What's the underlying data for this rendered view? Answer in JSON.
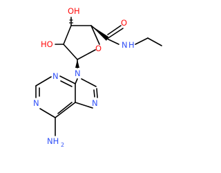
{
  "molecule": {
    "colors": {
      "bond": "#000000",
      "oxygen": "#ff0d0d",
      "nitrogen": "#3050f8",
      "background": "#ffffff"
    },
    "labels": {
      "oh_top": "OH",
      "ho_left": "HO",
      "ring_o": "O",
      "carbonyl_o": "O",
      "amide_n": "N",
      "amide_h": "H",
      "n9": "N",
      "n7": "N",
      "n3": "N",
      "n1": "N",
      "nh2_main": "NH",
      "nh2_sub": "2"
    }
  }
}
